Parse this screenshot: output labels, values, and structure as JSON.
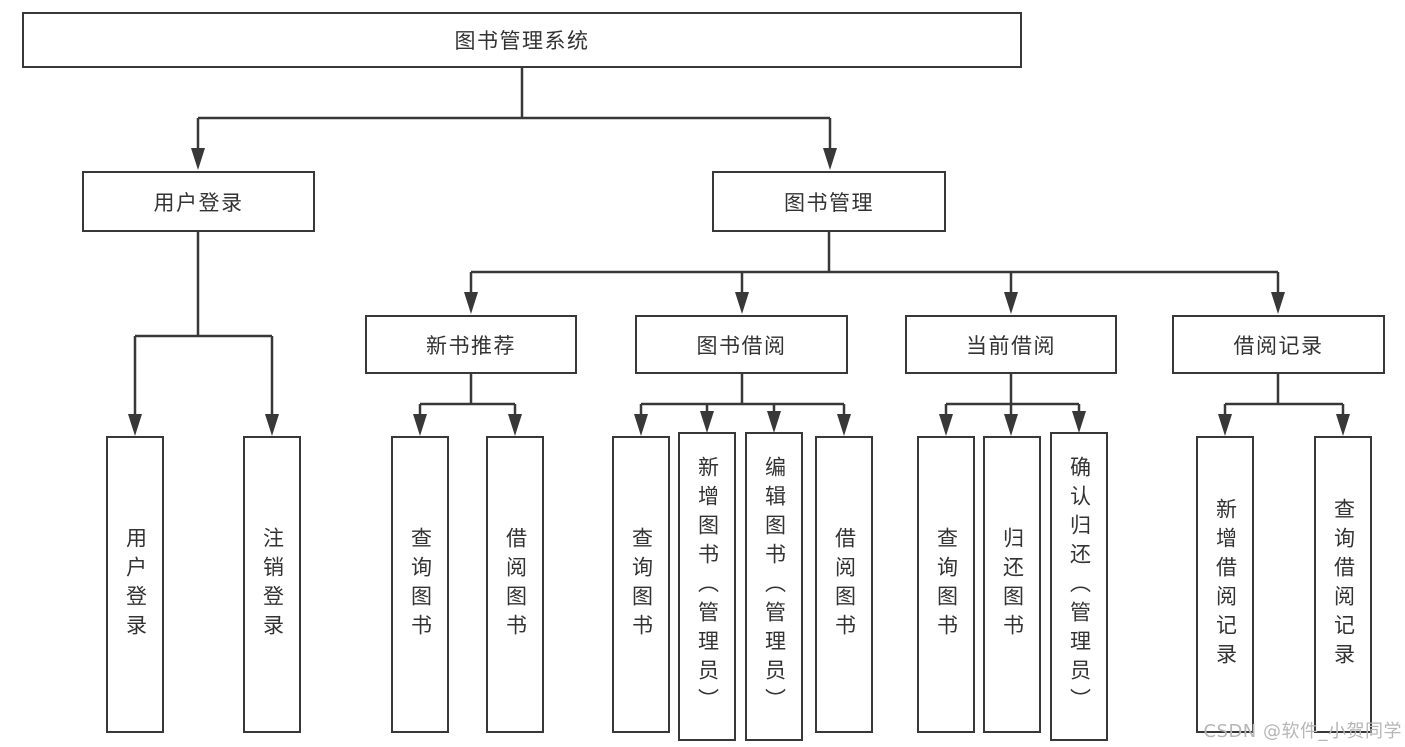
{
  "watermark": "CSDN @软件_小贺同学",
  "colors": {
    "line": "#383838",
    "text": "#333333",
    "box_background": "#ffffff",
    "watermark": "#b6b6b6"
  },
  "tree": {
    "root": {
      "label": "图书管理系统"
    },
    "branches": [
      {
        "label": "用户登录",
        "children": [
          {
            "label": "用户登录"
          },
          {
            "label": "注销登录"
          }
        ]
      },
      {
        "label": "图书管理",
        "children": [
          {
            "label": "新书推荐",
            "children": [
              {
                "label": "查询图书"
              },
              {
                "label": "借阅图书"
              }
            ]
          },
          {
            "label": "图书借阅",
            "children": [
              {
                "label": "查询图书"
              },
              {
                "label": "新增图书（管理员）"
              },
              {
                "label": "编辑图书（管理员）"
              },
              {
                "label": "借阅图书"
              }
            ]
          },
          {
            "label": "当前借阅",
            "children": [
              {
                "label": "查询图书"
              },
              {
                "label": "归还图书"
              },
              {
                "label": "确认归还（管理员）"
              }
            ]
          },
          {
            "label": "借阅记录",
            "children": [
              {
                "label": "新增借阅记录"
              },
              {
                "label": "查询借阅记录"
              }
            ]
          }
        ]
      }
    ]
  }
}
